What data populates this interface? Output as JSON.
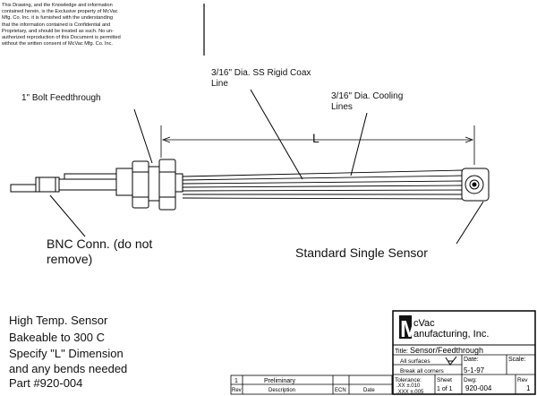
{
  "notice": {
    "lines": [
      "This Drawing, and the Knowledge and information",
      "contained herein, is the Exclusive property of McVac",
      "Mfg. Co. Inc. it is furnished with the understanding",
      "that the information contained is Confidential and",
      "Proprietary, and should be treated as such. No un-",
      "authorized reproduction of this Document is permitted",
      "without the written consent of McVac Mfg. Co. Inc."
    ]
  },
  "callouts": {
    "bolt_feedthrough": "1\" Bolt Feedthrough",
    "coax_line_1": "3/16\" Dia. SS Rigid Coax",
    "coax_line_2": "Line",
    "cooling_line_1": "3/16\" Dia. Cooling",
    "cooling_line_2": "Lines",
    "dimension_label": "L",
    "bnc_line_1": "BNC Conn. (do not",
    "bnc_line_2": "remove)",
    "sensor": "Standard Single Sensor"
  },
  "notes": {
    "line1": "High Temp. Sensor",
    "line2": "Bakeable to 300 C",
    "line3": "Specify \"L\" Dimension",
    "line4": "and any bends needed",
    "line5": "Part #920-004"
  },
  "title_block": {
    "logo_letter": "M",
    "company_line1": "cVac",
    "company_line2": "anufacturing, Inc.",
    "title_label": "Title:",
    "title_value": "Sensor/Feedthrough",
    "all_surfaces": "All surfaces",
    "break_corners": "Break all corners",
    "date_label": "Date:",
    "date_value": "5-1-97",
    "scale_label": "Scale:",
    "tolerance_label": "Tolerance:",
    "tolerance_xx": ".XX  ±.010",
    "tolerance_xxx": ".XXX  ±.005",
    "sheet_label": "Sheet",
    "sheet_value": "1  of  1",
    "dwg_label": "Dwg:",
    "dwg_value": "920-004",
    "rev_label": "Rev",
    "rev_value": "1"
  },
  "revision_block": {
    "rev_number": "1",
    "rev_description": "Preliminary",
    "header_rev": "Rev",
    "header_description": "Description",
    "header_ecn": "ECN",
    "header_date": "Date"
  }
}
